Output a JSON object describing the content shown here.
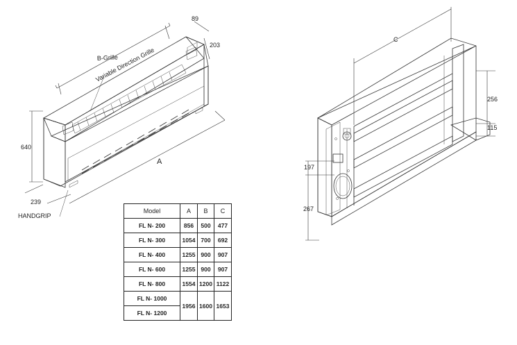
{
  "labels": {
    "b_grille": "B-Grille",
    "variable_direction_grille": "Variable Direction Grille",
    "dim_89": "89",
    "dim_203": "203",
    "dim_640": "640",
    "dim_a": "A",
    "dim_239": "239",
    "handgrip": "HANDGRIP",
    "dim_c": "C",
    "dim_256": "256",
    "dim_115": "115",
    "dim_197": "197",
    "dim_267": "267"
  },
  "table": {
    "headers": [
      "Model",
      "A",
      "B",
      "C"
    ],
    "rows": [
      {
        "model": "FL N- 200",
        "a": "856",
        "b": "500",
        "c": "477"
      },
      {
        "model": "FL N- 300",
        "a": "1054",
        "b": "700",
        "c": "692"
      },
      {
        "model": "FL N- 400",
        "a": "1255",
        "b": "900",
        "c": "907"
      },
      {
        "model": "FL N- 600",
        "a": "1255",
        "b": "900",
        "c": "907"
      },
      {
        "model": "FL N- 800",
        "a": "1554",
        "b": "1200",
        "c": "1122"
      },
      {
        "model": "FL N- 1000",
        "a": "1956",
        "b": "1600",
        "c": "1653"
      },
      {
        "model": "FL N- 1200"
      }
    ]
  }
}
